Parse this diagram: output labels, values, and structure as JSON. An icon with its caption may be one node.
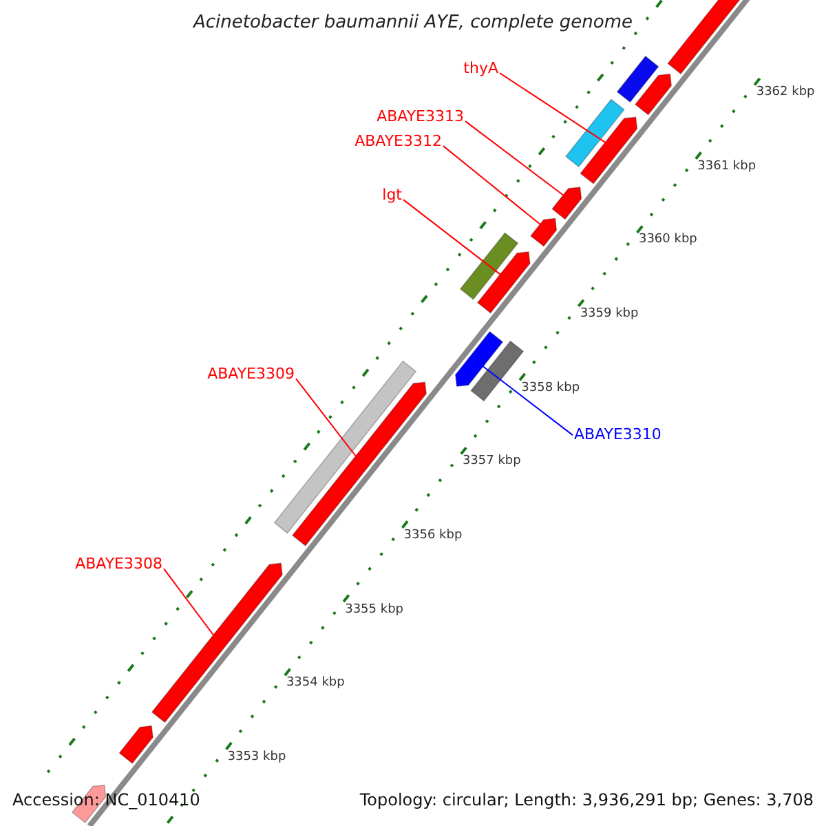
{
  "diagram": {
    "title": "Acinetobacter baumannii AYE, complete genome",
    "nodes": [
      {
        "text": [
          "thyA"
        ]
      },
      {
        "text": [
          "ABAYE3313"
        ]
      },
      {
        "text": [
          "ABAYE3312"
        ]
      },
      {
        "text": [
          "lgt"
        ]
      },
      {
        "text": [
          "ABAYE3309"
        ]
      },
      {
        "text": [
          "ABAYE3310"
        ]
      },
      {
        "text": [
          "ABAYE3308"
        ]
      },
      {
        "text": [],
        "shape": "arrow"
      },
      {
        "text": [],
        "shape": "bar"
      },
      {
        "text": [],
        "shape": "arrow"
      },
      {
        "text": [],
        "shape": "bar"
      },
      {
        "text": [],
        "shape": "arrow"
      },
      {
        "text": [],
        "shape": "arrow"
      },
      {
        "text": [],
        "shape": "arrow"
      },
      {
        "text": [],
        "shape": "bar"
      },
      {
        "text": [],
        "shape": "arrow"
      },
      {
        "text": [],
        "shape": "arrow"
      },
      {
        "text": [],
        "shape": "bar"
      },
      {
        "text": [],
        "shape": "bar"
      },
      {
        "text": [],
        "shape": "arrow"
      },
      {
        "text": [],
        "shape": "arrow"
      },
      {
        "text": [],
        "shape": "arrow"
      },
      {
        "text": [],
        "shape": "arrow"
      }
    ],
    "edges": [
      {
        "from": 0,
        "to": 11,
        "arrow": "none"
      },
      {
        "from": 1,
        "to": 12,
        "arrow": "none"
      },
      {
        "from": 2,
        "to": 13,
        "arrow": "none"
      },
      {
        "from": 3,
        "to": 15,
        "arrow": "none"
      },
      {
        "from": 4,
        "to": 19,
        "arrow": "none"
      },
      {
        "from": 5,
        "to": 16,
        "arrow": "none",
        "color": "#0000ff"
      },
      {
        "from": 6,
        "to": 20,
        "arrow": "none"
      }
    ],
    "labels": [
      "3362 kbp",
      "3361 kbp",
      "3360 kbp",
      "3359 kbp",
      "3358 kbp",
      "3357 kbp",
      "3356 kbp",
      "3355 kbp",
      "3354 kbp",
      "3353 kbp",
      "Accession: NC_010410",
      "Topology: circular; Length: 3,936,291 bp; Genes: 3,708"
    ]
  }
}
